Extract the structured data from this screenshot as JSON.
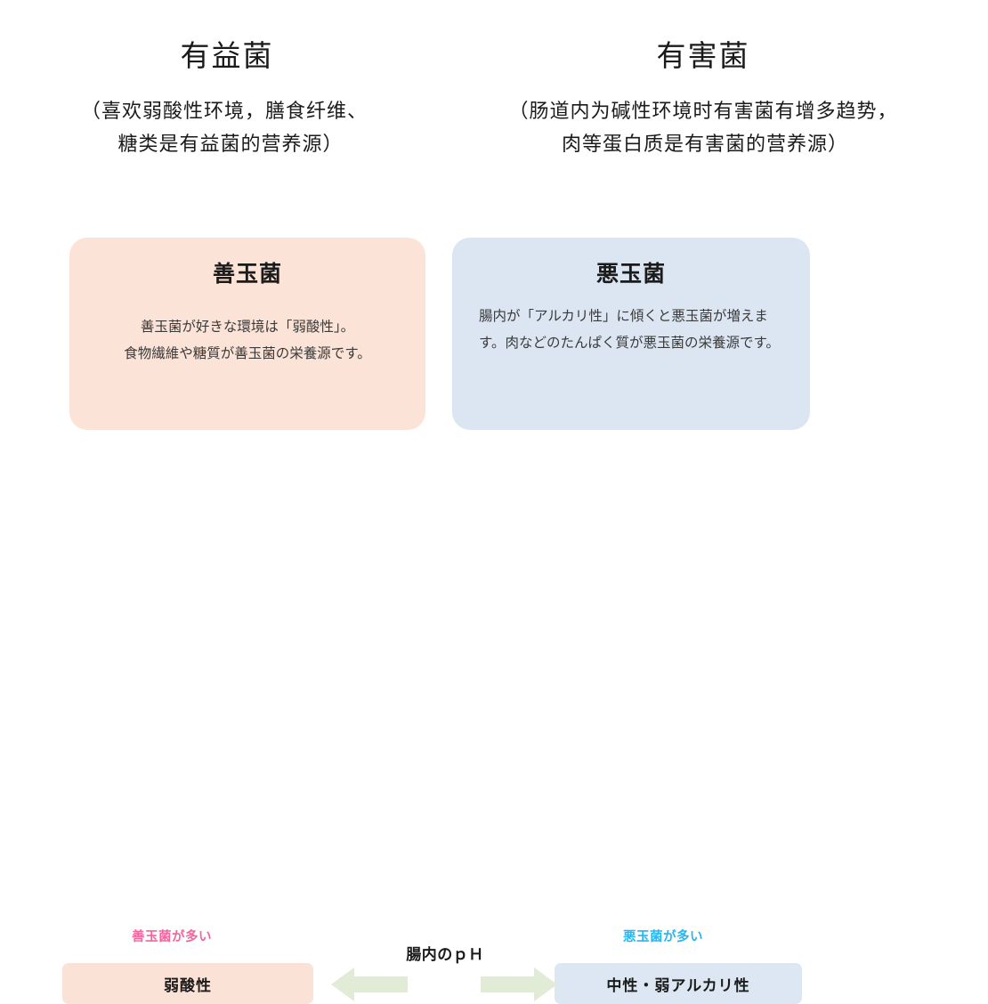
{
  "headers": {
    "left": {
      "title": "有益菌",
      "subtitle_lines": [
        "（喜欢弱酸性环境，膳食纤维、",
        "糖类是有益菌的营养源）"
      ]
    },
    "right": {
      "title": "有害菌",
      "subtitle_lines": [
        "（肠道内为碱性环境时有害菌有增多趋势，",
        "肉等蛋白质是有害菌的营养源）"
      ]
    }
  },
  "cards": {
    "good": {
      "title": "善玉菌",
      "body_lines": [
        "善玉菌が好きな環境は「弱酸性」。",
        "食物繊維や糖質が善玉菌の栄養源です。"
      ],
      "background_color": "#fce3d7"
    },
    "bad": {
      "title": "悪玉菌",
      "body_lines": [
        "腸内が「アルカリ性」に傾くと悪玉菌が増えます。肉などのたんぱく質が悪玉菌の栄養源です。"
      ],
      "background_color": "#dce6f2"
    }
  },
  "ph_scale": {
    "center_label": "腸内のｐＨ",
    "left": {
      "label": "善玉菌が多い",
      "label_color": "#f2669d",
      "bar_text": "弱酸性",
      "bar_color": "#fbe2d6"
    },
    "right": {
      "label": "悪玉菌が多い",
      "label_color": "#2ab5ef",
      "bar_text": "中性・弱アルカリ性",
      "bar_color": "#dce7f3"
    },
    "arrow_color": "#e2ebd5"
  }
}
